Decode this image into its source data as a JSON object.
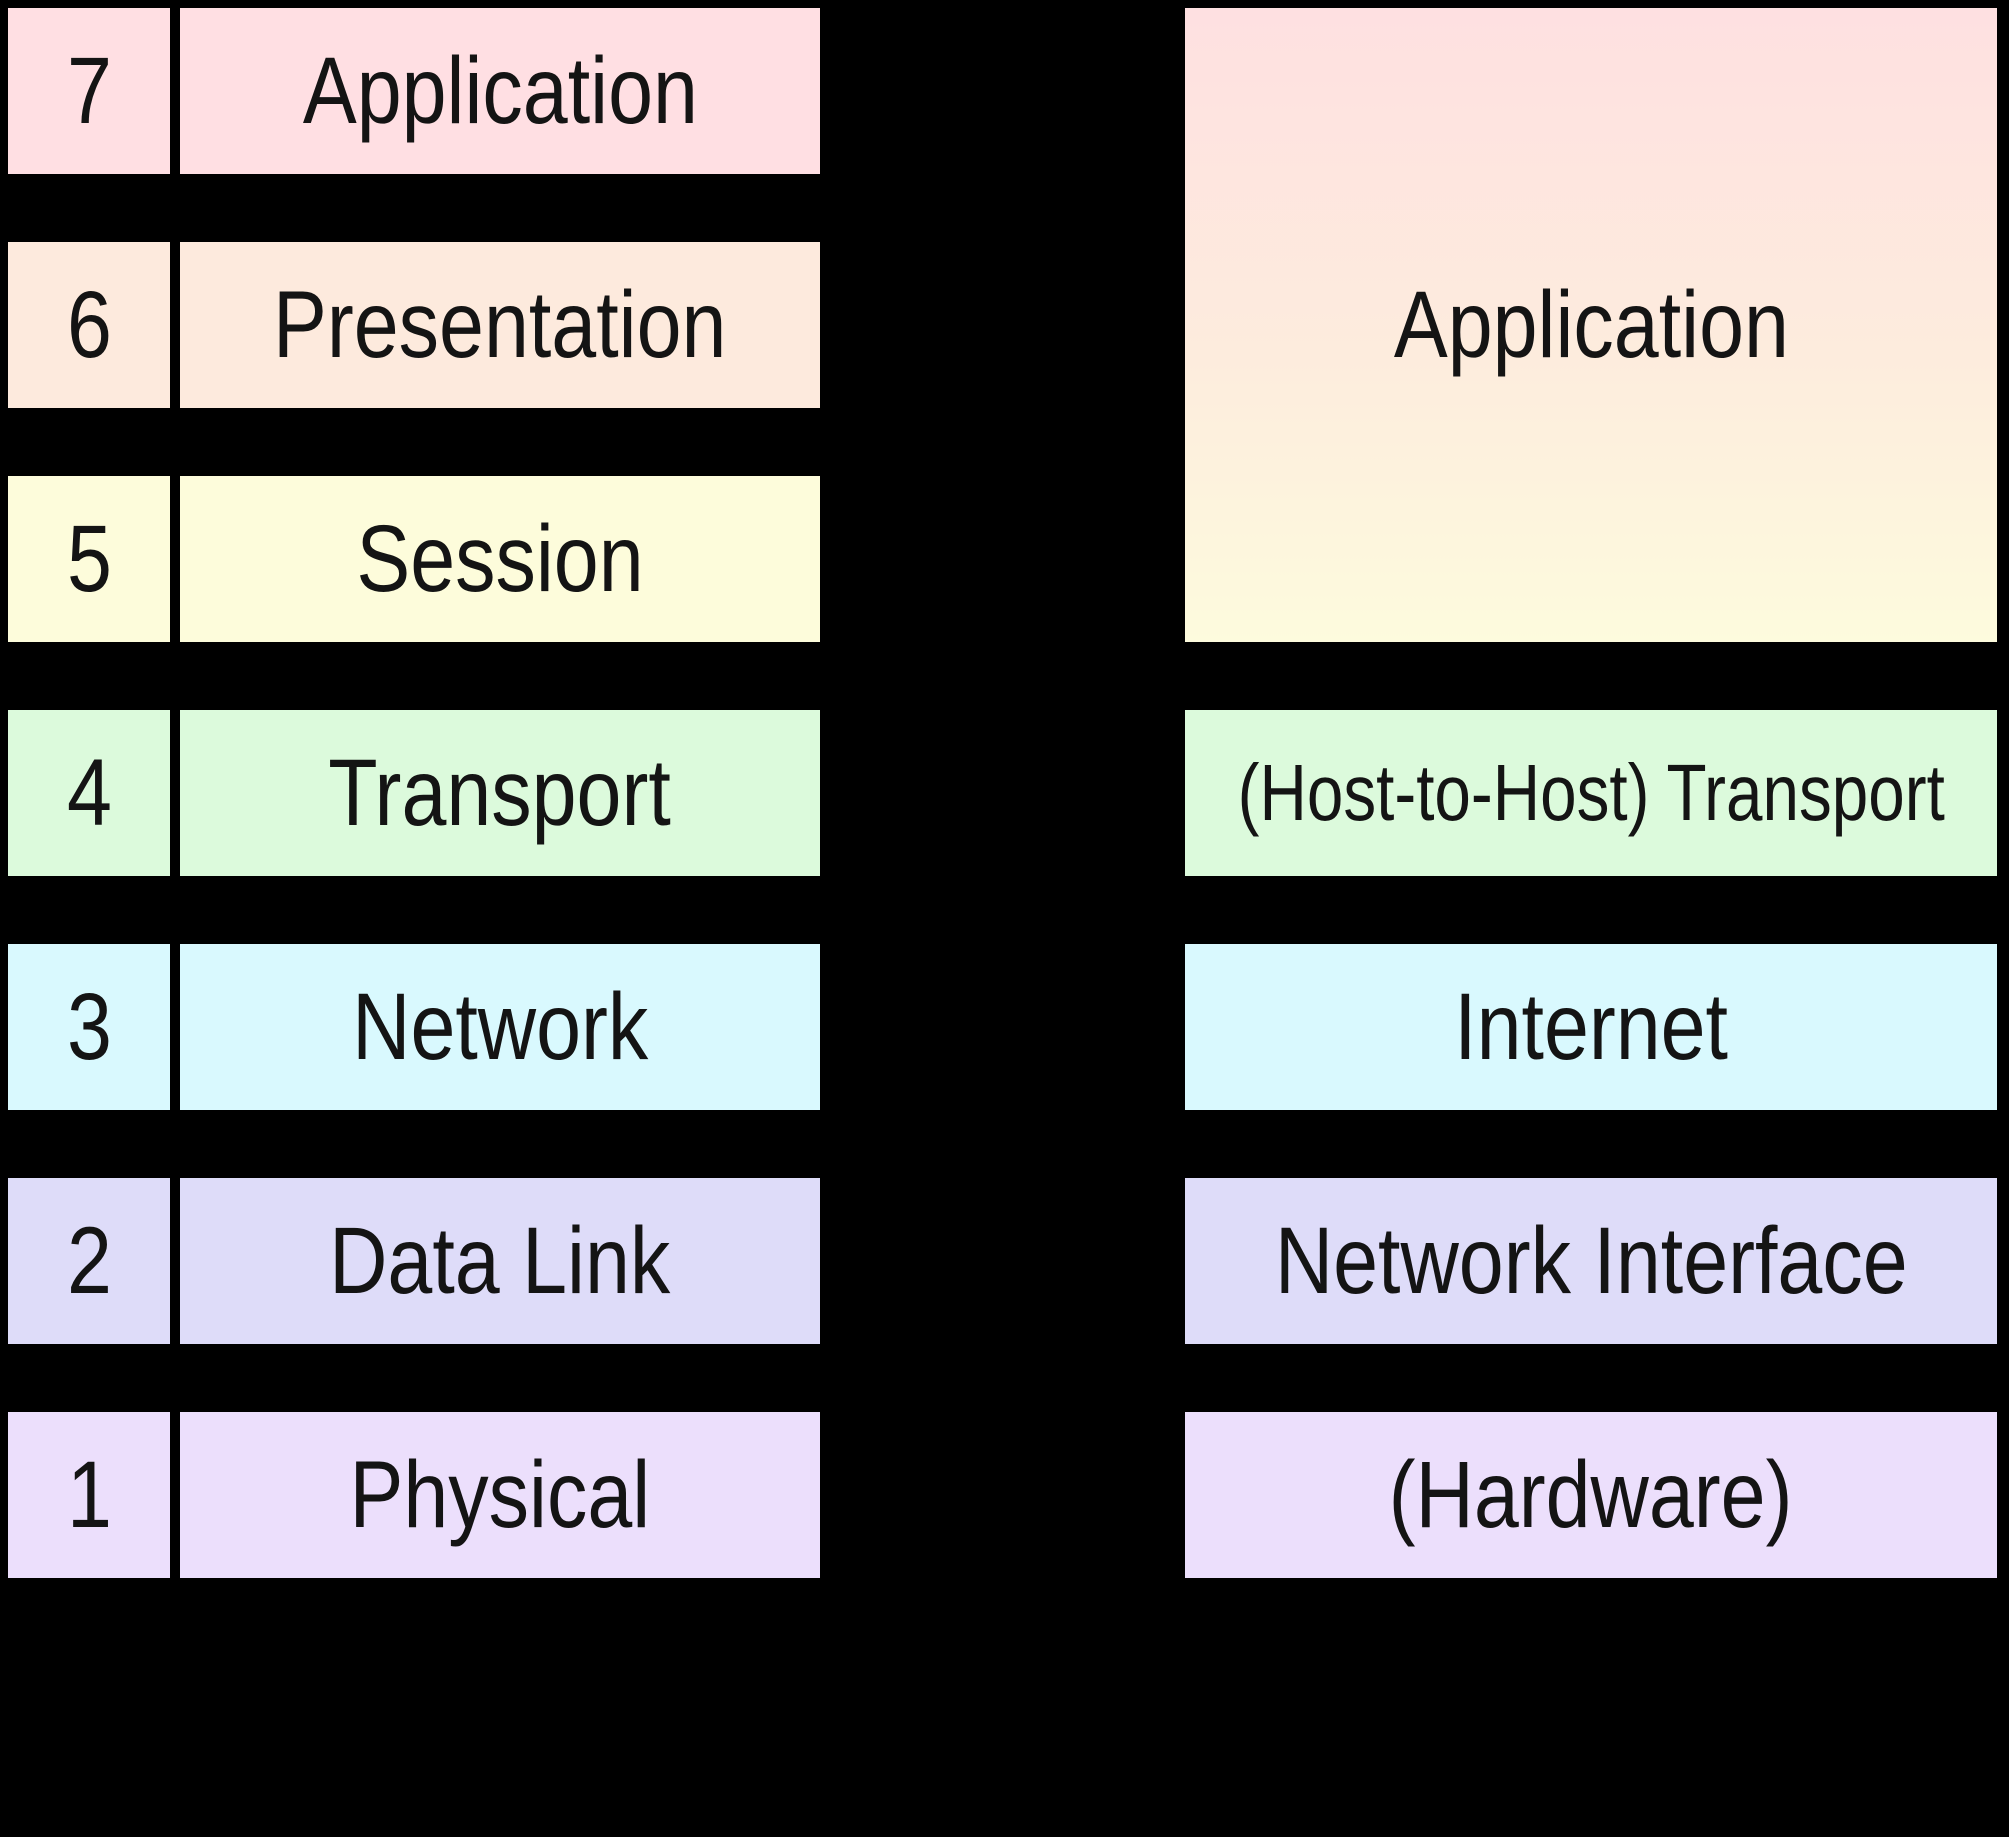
{
  "colors": {
    "background": "#000000",
    "text": "#141414"
  },
  "osi": {
    "layers": [
      {
        "number": "7",
        "label": "Application",
        "color": "#ffdfe3"
      },
      {
        "number": "6",
        "label": "Presentation",
        "color": "#fdeadd"
      },
      {
        "number": "5",
        "label": "Session",
        "color": "#fdfcdb"
      },
      {
        "number": "4",
        "label": "Transport",
        "color": "#dcfadc"
      },
      {
        "number": "3",
        "label": "Network",
        "color": "#d9f9fe"
      },
      {
        "number": "2",
        "label": "Data Link",
        "color": "#dedcf9"
      },
      {
        "number": "1",
        "label": "Physical",
        "color": "#ecdffc"
      }
    ]
  },
  "tcpip": {
    "application": {
      "label": "Application",
      "gradient": [
        "#fee0e1",
        "#fdecdd",
        "#fdfbdd"
      ]
    },
    "layers": [
      {
        "label": "(Host-to-Host) Transport",
        "color": "#dcfadc"
      },
      {
        "label": "Internet",
        "color": "#d9f9fe"
      },
      {
        "label": "Network Interface",
        "color": "#dedcf9"
      },
      {
        "label": "(Hardware)",
        "color": "#ecdffc"
      }
    ]
  }
}
